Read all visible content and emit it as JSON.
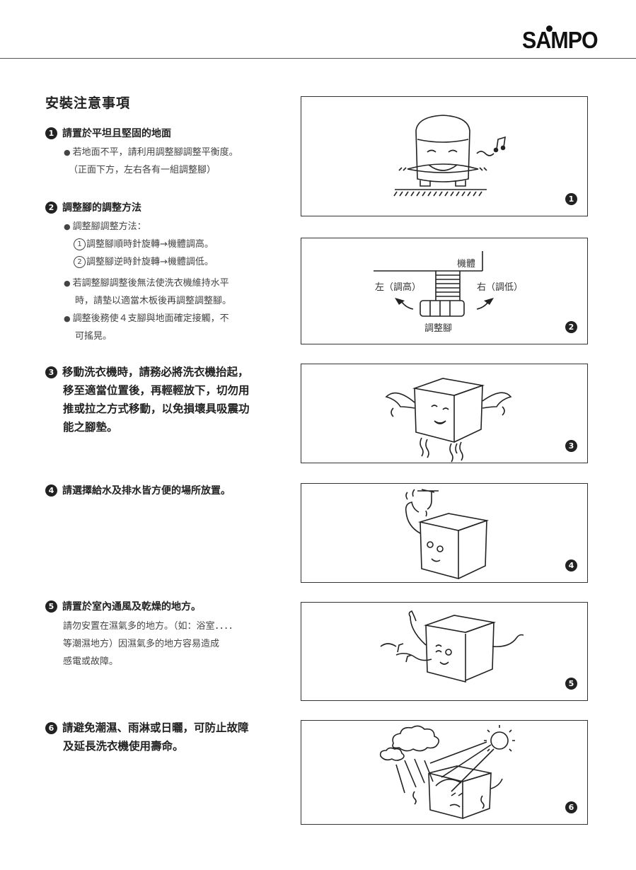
{
  "brand": {
    "logo": "SAMPO"
  },
  "title": "安裝注意事項",
  "items": [
    {
      "num": "1",
      "heading": "請置於平坦且堅固的地面",
      "lines": [
        "若地面不平，請利用調整腳調整平衡度。",
        "（正面下方，左右各有一組調整腳）"
      ]
    },
    {
      "num": "2",
      "heading": "調整腳的調整方法",
      "method_title": "調整腳調整方法：",
      "steps": [
        {
          "n": "1",
          "text": "調整腳順時針旋轉→機體調高。"
        },
        {
          "n": "2",
          "text": "調整腳逆時針旋轉→機體調低。"
        }
      ],
      "bullet2": [
        "若調整腳調整後無法使洗衣機維持水平",
        "時，請墊以適當木板後再調整調整腳。"
      ],
      "bullet3": [
        "調整後務使４支腳與地面確定接觸，不",
        "可搖晃。"
      ]
    },
    {
      "num": "3",
      "lines": [
        "移動洗衣機時，請務必將洗衣機抬起，",
        "移至適當位置後，再輕輕放下，切勿用",
        "推或拉之方式移動，以免損壞具吸震功",
        "能之腳墊。"
      ]
    },
    {
      "num": "4",
      "heading": "請選擇給水及排水皆方便的場所放置。"
    },
    {
      "num": "5",
      "heading": "請置於室內通風及乾燥的地方。",
      "lines": [
        "請勿安置在濕氣多的地方。（如：浴室．．．．",
        "等潮濕地方）因濕氣多的地方容易造成",
        "感電或故障。"
      ]
    },
    {
      "num": "6",
      "lines": [
        "請避免潮濕、雨淋或日曬，可防止故障",
        "及延長洗衣機使用壽命。"
      ]
    }
  ],
  "figures": [
    {
      "num": "1"
    },
    {
      "num": "2",
      "labels": {
        "body": "機體",
        "left": "左（調高）",
        "right": "右（調低）",
        "foot": "調整腳"
      }
    },
    {
      "num": "3"
    },
    {
      "num": "4"
    },
    {
      "num": "5"
    },
    {
      "num": "6"
    }
  ]
}
